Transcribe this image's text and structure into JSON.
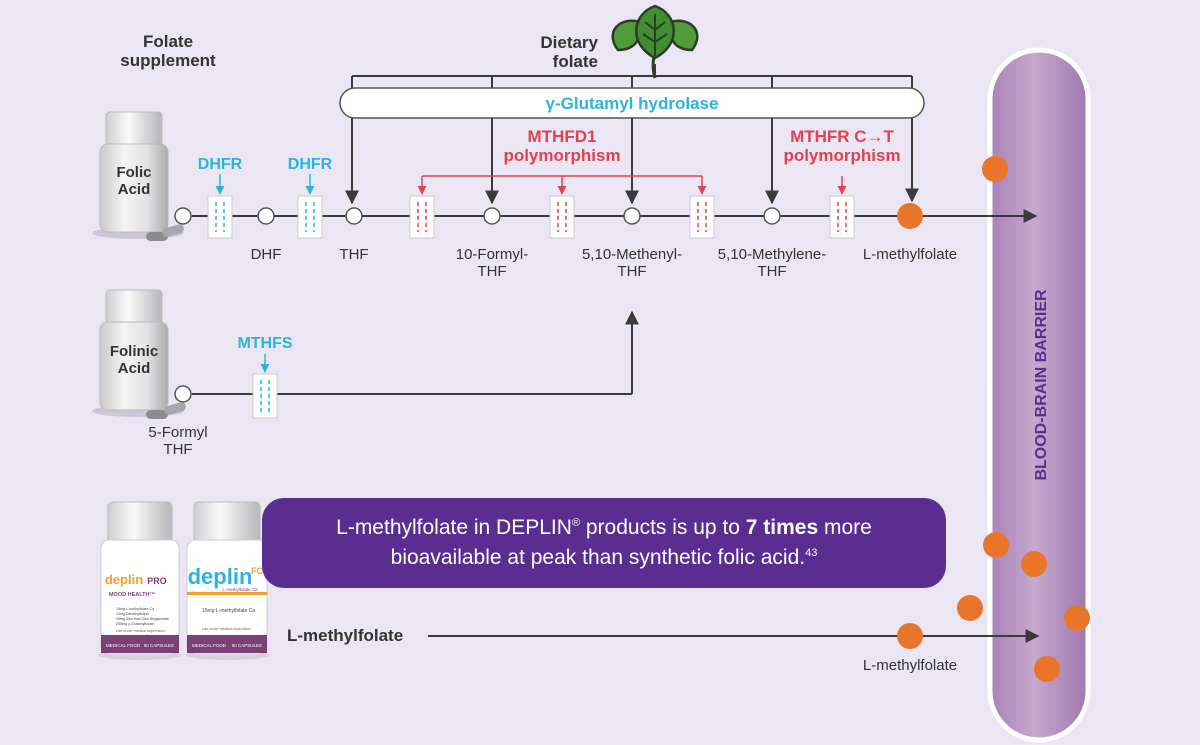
{
  "sources": {
    "folate_supplement": "Folate\nsupplement",
    "dietary_folate": "Dietary\nfolate",
    "folic_acid_bottle": "Folic\nAcid",
    "folinic_acid_bottle": "Folinic\nAcid"
  },
  "enzymes": {
    "gamma_glutamyl": "γ-Glutamyl hydrolase",
    "dhfr_1": "DHFR",
    "dhfr_2": "DHFR",
    "mthfs": "MTHFS",
    "mthfd1": "MTHFD1\npolymorphism",
    "mthfr": "MTHFR C→T\npolymorphism"
  },
  "metabolites": {
    "dhf": "DHF",
    "thf": "THF",
    "formyl10": "10-Formyl-\nTHF",
    "methenyl": "5,10-Methenyl-\nTHF",
    "methylene": "5,10-Methylene-\nTHF",
    "lmethylfolate": "L-methylfolate",
    "formyl5": "5-Formyl\nTHF",
    "lmethylfolate_bottom": "L-methylfolate"
  },
  "barrier_label": "BLOOD-BRAIN BARRIER",
  "callout": {
    "part1": "L-methylfolate in DEPLIN",
    "reg": "®",
    "part2": " products is up to ",
    "bold": "7 times",
    "part3": " more",
    "line2": "bioavailable at peak than synthetic folic acid.",
    "ref": "43"
  },
  "products": {
    "pro_brand": "deplin",
    "pro_suffix": "PRO",
    "pro_sub": "MOOD HEALTH™",
    "pro_lines": [
      "15mg L-methylfolate Ca",
      "10mg Dimethylfolinic",
      "25mg Zinc from Zinc Bisglycinate",
      "250mg γ-Glutamylfolate"
    ],
    "pro_supervision": "Use under medical supervision",
    "pro_footer_left": "MEDICAL FOOD",
    "pro_footer_right": "90 CAPSULES",
    "fc_brand": "deplin",
    "fc_suffix": "FC",
    "fc_sub": "L-methylfolate Ca",
    "fc_line": "15mg L-methylfolate Ca",
    "fc_supervision": "Use under medical supervision",
    "fc_footer_left": "MEDICAL FOOD",
    "fc_footer_right": "90 CAPSULES"
  },
  "bottom_path_label": "L-methylfolate",
  "colors": {
    "enzyme_blue": "#2eb3dc",
    "polymorphism_red": "#e0424f",
    "orange": "#e8752a",
    "purple": "#5c2d91",
    "barrier": "#b592bf",
    "line": "#3a3a3a"
  }
}
